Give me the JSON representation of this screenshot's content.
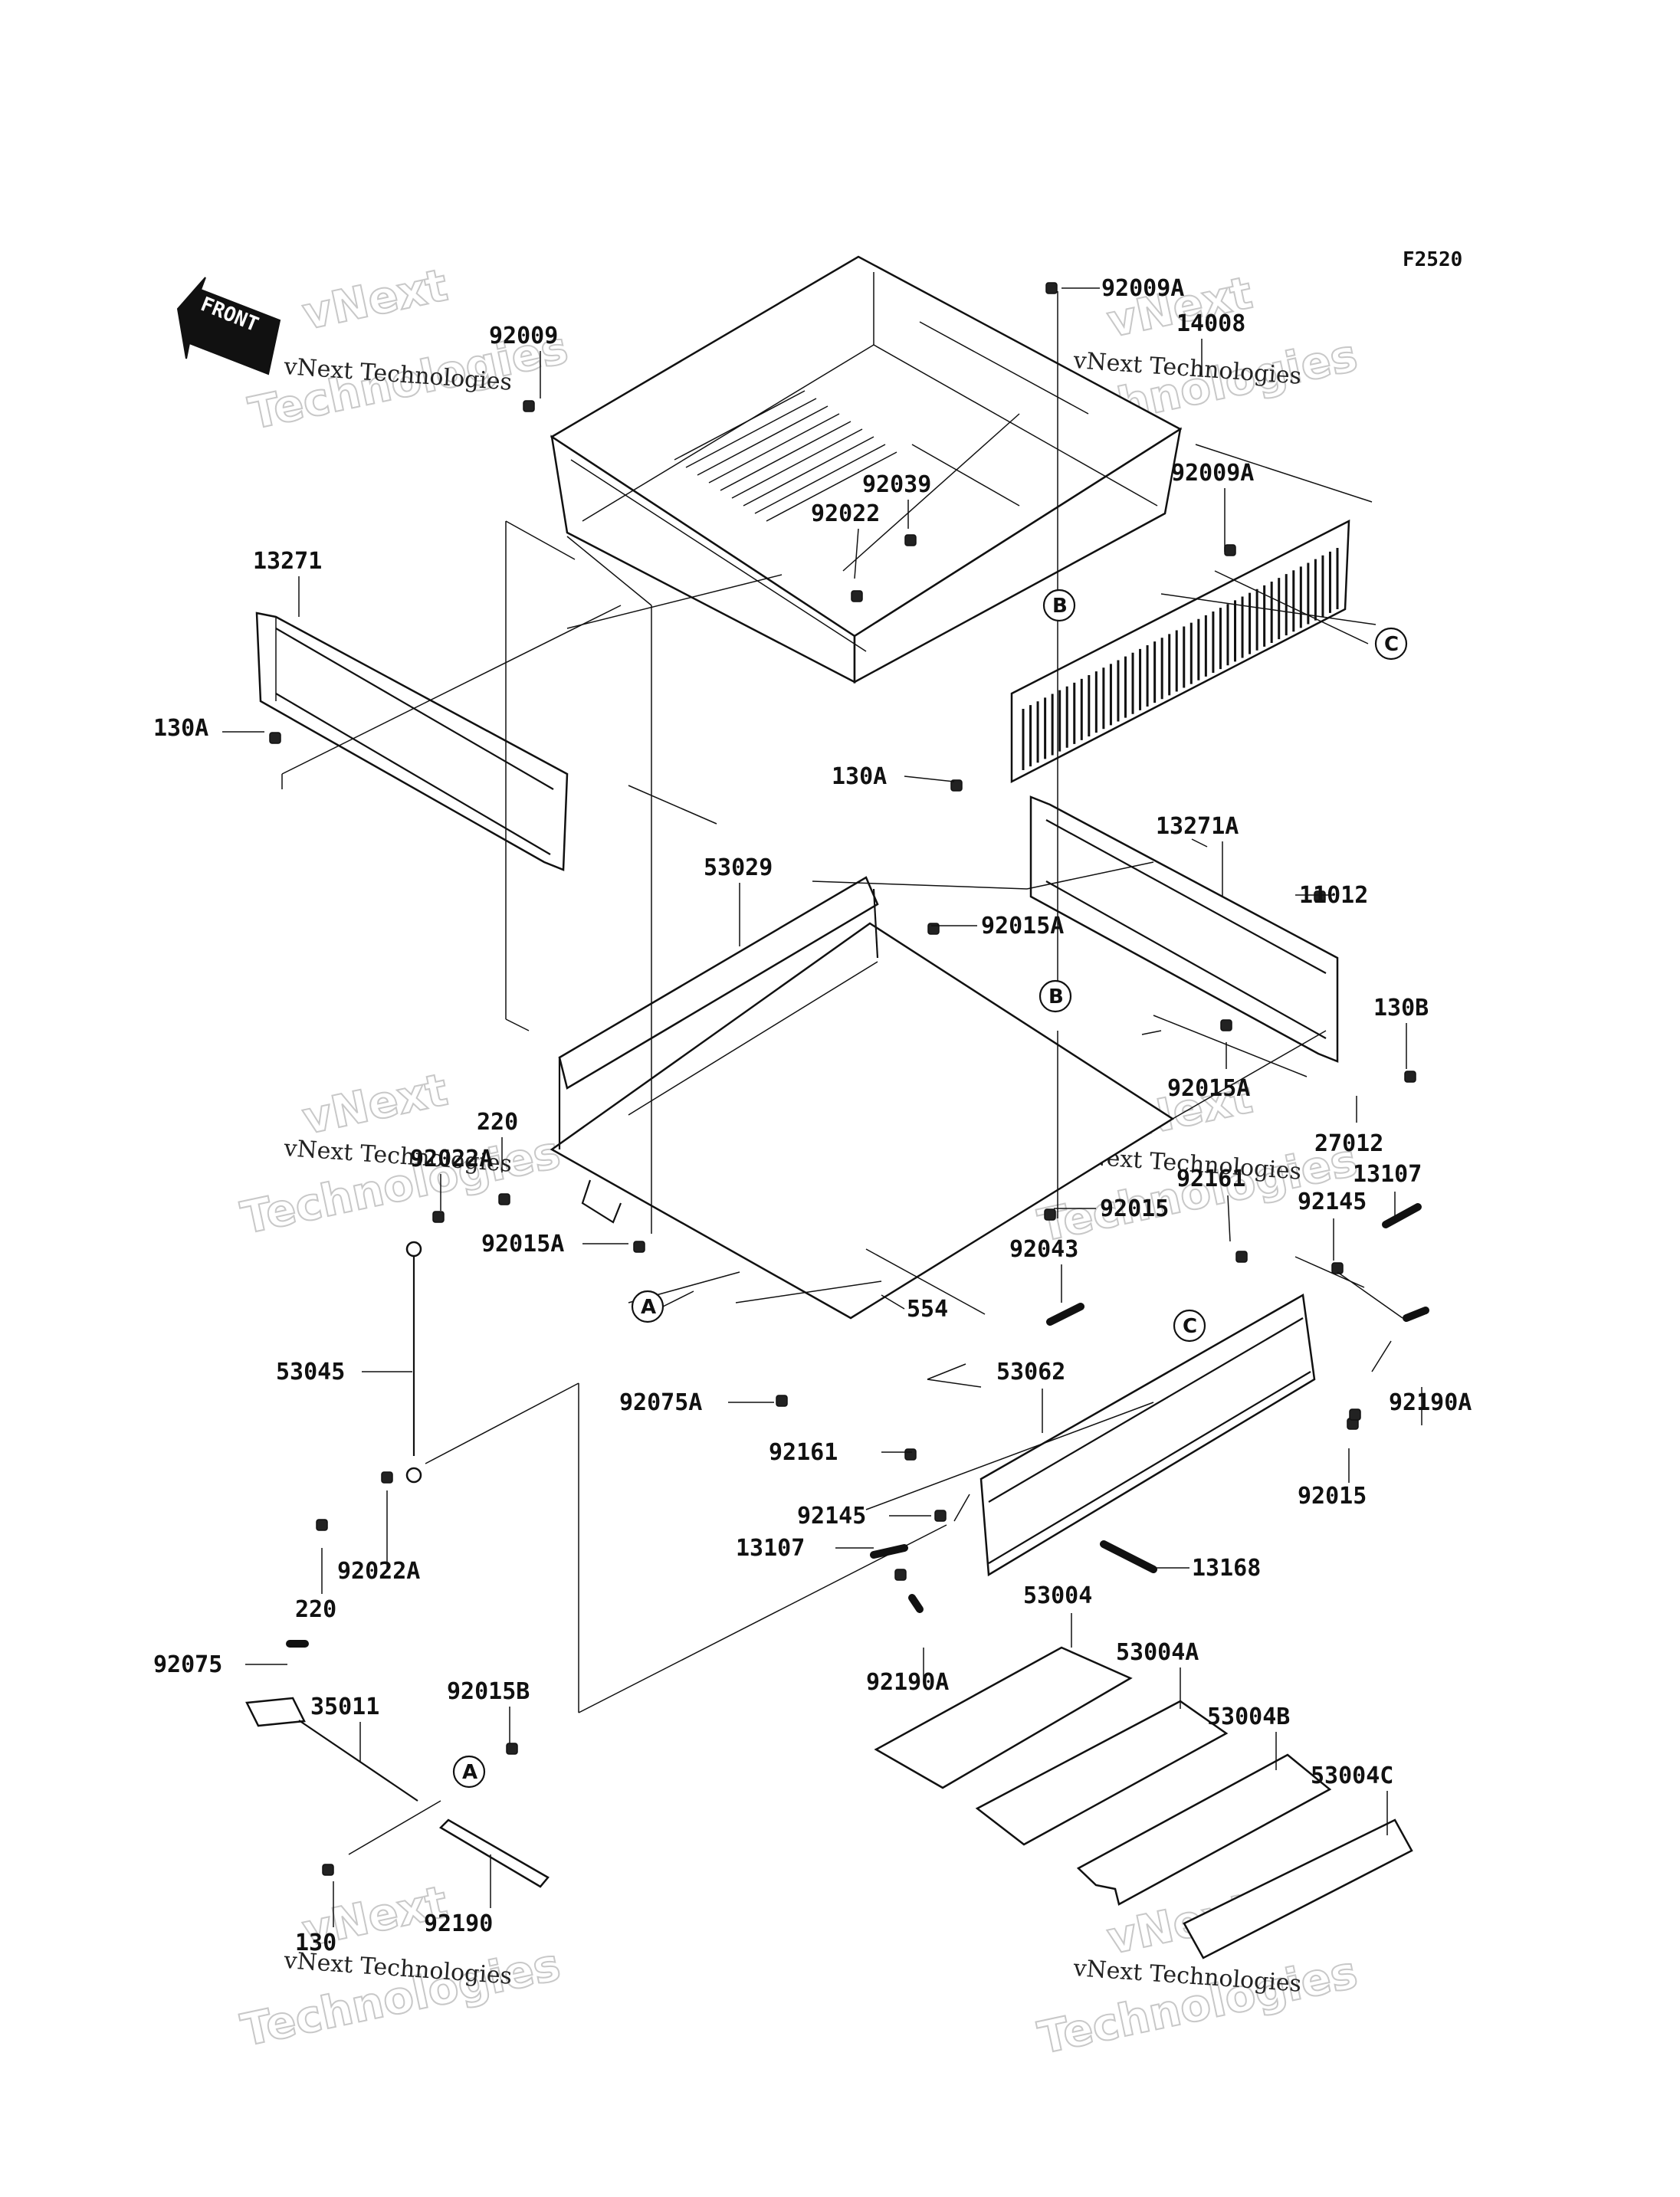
{
  "figure_code": "F2520",
  "front_arrow_label": "FRONT",
  "watermark": {
    "line1": "vNext Technologies",
    "line2": "vNext",
    "line3": "Technologies"
  },
  "reference_letters": [
    "A",
    "B",
    "C"
  ],
  "part_labels": [
    "92009",
    "92009A",
    "14008",
    "92009A",
    "92039",
    "92022",
    "13271",
    "130A",
    "130A",
    "13271A",
    "11012",
    "53029",
    "92015A",
    "130B",
    "92015A",
    "27012",
    "220",
    "92022A",
    "13107",
    "92161",
    "92145",
    "92015",
    "92015A",
    "92043",
    "554",
    "53045",
    "92075A",
    "53062",
    "92190A",
    "92161",
    "92015",
    "92145",
    "13107",
    "13168",
    "220",
    "92022A",
    "53004",
    "92075",
    "92015B",
    "35011",
    "92190A",
    "53004A",
    "53004B",
    "53004C",
    "130",
    "92190"
  ]
}
